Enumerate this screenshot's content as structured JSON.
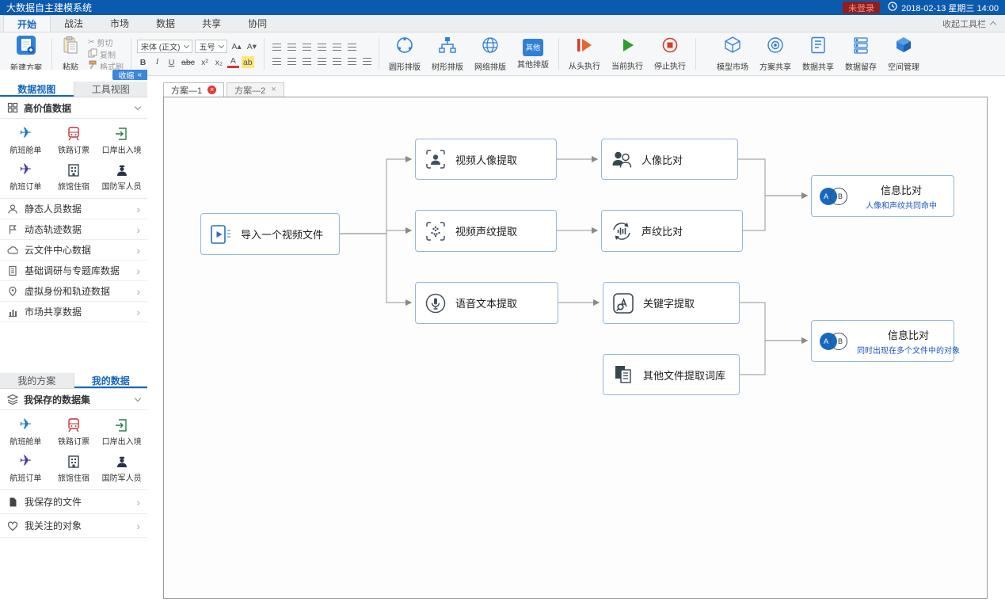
{
  "titlebar": {
    "title": "大数据自主建模系统",
    "login_status": "未登录",
    "datetime": "2018-02-13 星期三 14:00"
  },
  "ribbon": {
    "tabs": [
      "开始",
      "战法",
      "市场",
      "数据",
      "共享",
      "协同"
    ],
    "collapse_toolbar": "收起工具栏",
    "new_plan": "新建方案",
    "clipboard": {
      "paste": "粘贴",
      "cut": "剪切",
      "copy": "复制",
      "format_painter": "格式刷"
    },
    "font": {
      "family": "宋体 (正文)",
      "size": "五号",
      "grow": "A▴",
      "shrink": "A▾",
      "bold": "B",
      "italic": "I",
      "underline": "U",
      "strike": "abc",
      "sup": "x²",
      "sub": "x₂",
      "color": "A",
      "highlight": "ab"
    },
    "layouts": [
      "圆形排版",
      "树形排版",
      "网络排版",
      "其他排版"
    ],
    "other_badge": "其他",
    "run": [
      "从头执行",
      "当前执行",
      "停止执行"
    ],
    "tools": [
      "模型市场",
      "方案共享",
      "数据共享",
      "数据留存",
      "空间管理"
    ]
  },
  "sidebar": {
    "collapse": "收缩",
    "view_tabs": [
      "数据视图",
      "工具视图"
    ],
    "high_value_title": "高价值数据",
    "data_items": [
      "航班舱单",
      "铁路订票",
      "口岸出入境",
      "航班订单",
      "旅馆住宿",
      "国防军人员"
    ],
    "sections": [
      "静态人员数据",
      "动态轨迹数据",
      "云文件中心数据",
      "基础调研与专题库数据",
      "虚拟身份和轨迹数据",
      "市场共享数据"
    ],
    "my_tabs": [
      "我的方案",
      "我的数据"
    ],
    "saved_title": "我保存的数据集",
    "my_sections": [
      "我保存的文件",
      "我关注的对象"
    ]
  },
  "canvas": {
    "plan_tabs": [
      "方案—1",
      "方案—2"
    ],
    "nodes": {
      "import": "导入一个视频文件",
      "face_extract": "视频人像提取",
      "face_compare": "人像比对",
      "voice_extract": "视频声纹提取",
      "voice_compare": "声纹比对",
      "speech_text": "语音文本提取",
      "keyword": "关键字提取",
      "lexicon": "其他文件提取词库",
      "info1_label": "信息比对",
      "info1_sub": "人像和声纹共同命中",
      "info2_label": "信息比对",
      "info2_sub": "同时出现在多个文件中的对象",
      "venn_a": "A",
      "venn_b": "B"
    }
  }
}
